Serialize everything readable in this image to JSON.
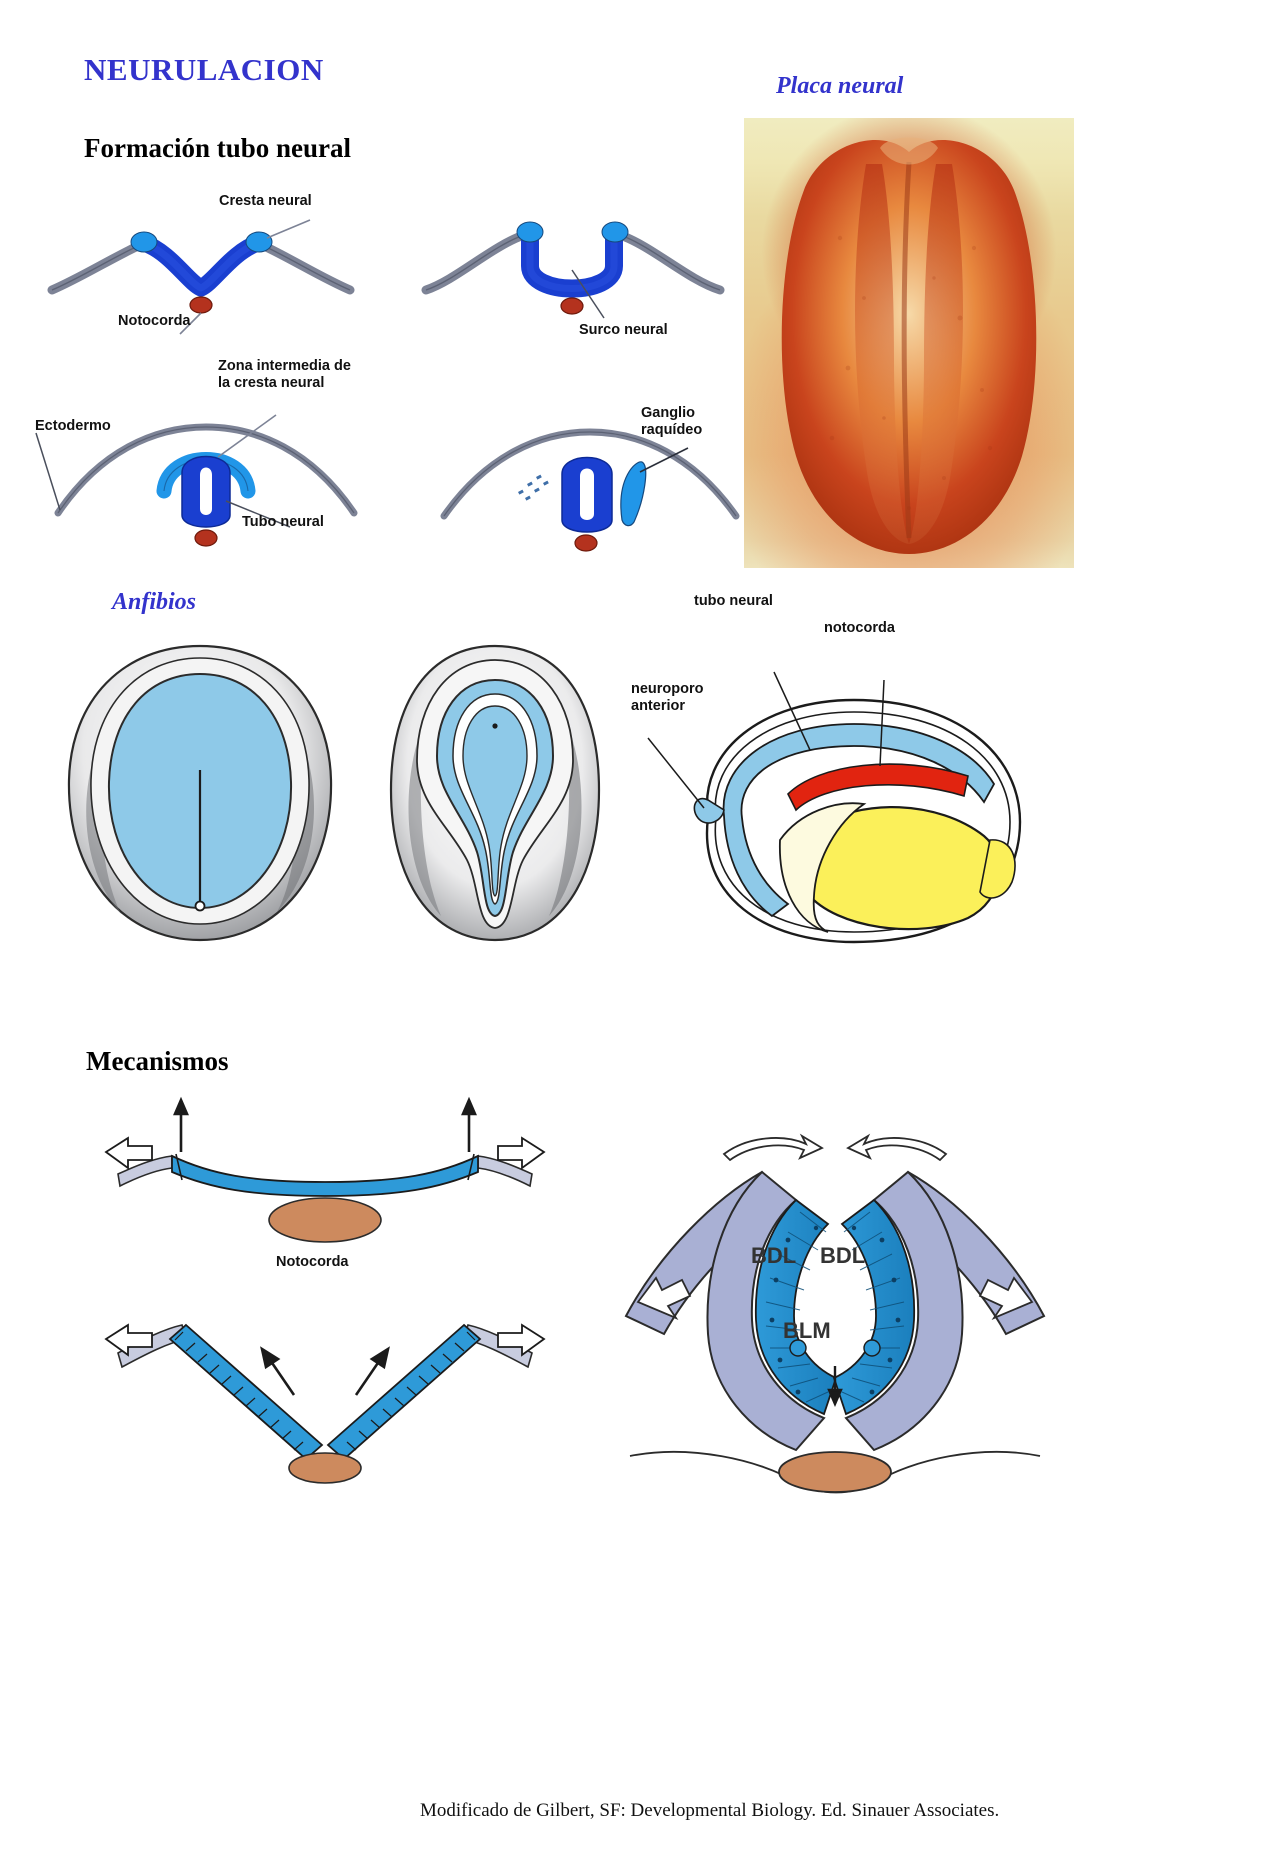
{
  "page": {
    "title": "NEURULACION",
    "footer_credit": "Modificado de Gilbert, SF: Developmental Biology. Ed. Sinauer Associates."
  },
  "sections": {
    "tube_formation": {
      "heading": "Formación tubo neural",
      "labels": {
        "neural_crest": "Cresta neural",
        "notochord": "Notocorda",
        "neural_groove": "Surco neural",
        "intermediate_zone": "Zona intermedia de\nla cresta neural",
        "ectoderm": "Ectodermo",
        "neural_tube": "Tubo neural",
        "spinal_ganglion": "Ganglio\nraquídeo"
      }
    },
    "neural_plate": {
      "heading": "Placa neural",
      "image_caption": "neural-plate-photograph"
    },
    "amphibians": {
      "heading": "Anfibios",
      "labels": {
        "neural_tube": "tubo neural",
        "notochord": "notocorda",
        "anterior_neuropore": "neuroporo\nanterior"
      }
    },
    "mechanisms": {
      "heading": "Mecanismos",
      "labels": {
        "notochord": "Notocorda",
        "bdl_left": "BDL",
        "bdl_right": "BDL",
        "blm": "BLM"
      }
    }
  },
  "colors": {
    "title_blue": "#3333cc",
    "neural_plate_dark_blue": "#1a3fd0",
    "neural_crest_light_blue": "#2196e8",
    "ectoderm_gray": "#7d8396",
    "notochord_red": "#b4321e",
    "amphibian_blue": "#8ec9e8",
    "yolk_yellow": "#fbf05a",
    "mechanism_blue": "#2e9ad8",
    "mechanism_lavender": "#a9b0d4",
    "notochord_tan": "#cd8a5e",
    "red_band": "#e12410"
  }
}
